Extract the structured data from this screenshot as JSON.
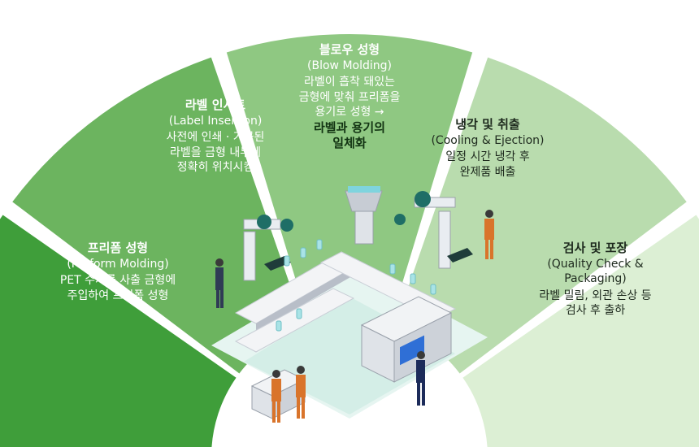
{
  "segments": [
    {
      "title": "프리폼 성형",
      "sub": "(Preform Molding)",
      "desc": [
        "PET 수지를 사출 금형에",
        "주입하여 프리폼 성형"
      ],
      "color": "#3f9e3a",
      "text_color": "light"
    },
    {
      "title": "라벨 인서트",
      "sub": "(Label Insertion)",
      "desc": [
        "사전에 인쇄 · 가공된",
        "라벨을 금형 내부에",
        "정확히 위치시킴"
      ],
      "color": "#6cb45f",
      "text_color": "light"
    },
    {
      "title": "블로우 성형",
      "sub": "(Blow Molding)",
      "desc": [
        "라벨이 흡착 돼있는",
        "금형에 맞춰 프리폼을",
        "용기로 성형 →"
      ],
      "strong": [
        "라벨과 용기의",
        "일체화"
      ],
      "color": "#8fc882",
      "text_color": "light"
    },
    {
      "title": "냉각 및 취출",
      "sub": "(Cooling & Ejection)",
      "desc": [
        "일정 시간 냉각 후",
        "완제품 배출"
      ],
      "color": "#b9dcae",
      "text_color": "dark"
    },
    {
      "title": "검사 및 포장",
      "sub": "(Quality Check &",
      "sub2": "Packaging)",
      "desc": [
        "라벨 밀림, 외관 손상 등",
        "검사 후 출하"
      ],
      "color": "#dcefd4",
      "text_color": "dark"
    }
  ],
  "accent": {
    "machine": "#1f6e66",
    "floor": "#dff2ee",
    "worker": "#d9742b"
  }
}
